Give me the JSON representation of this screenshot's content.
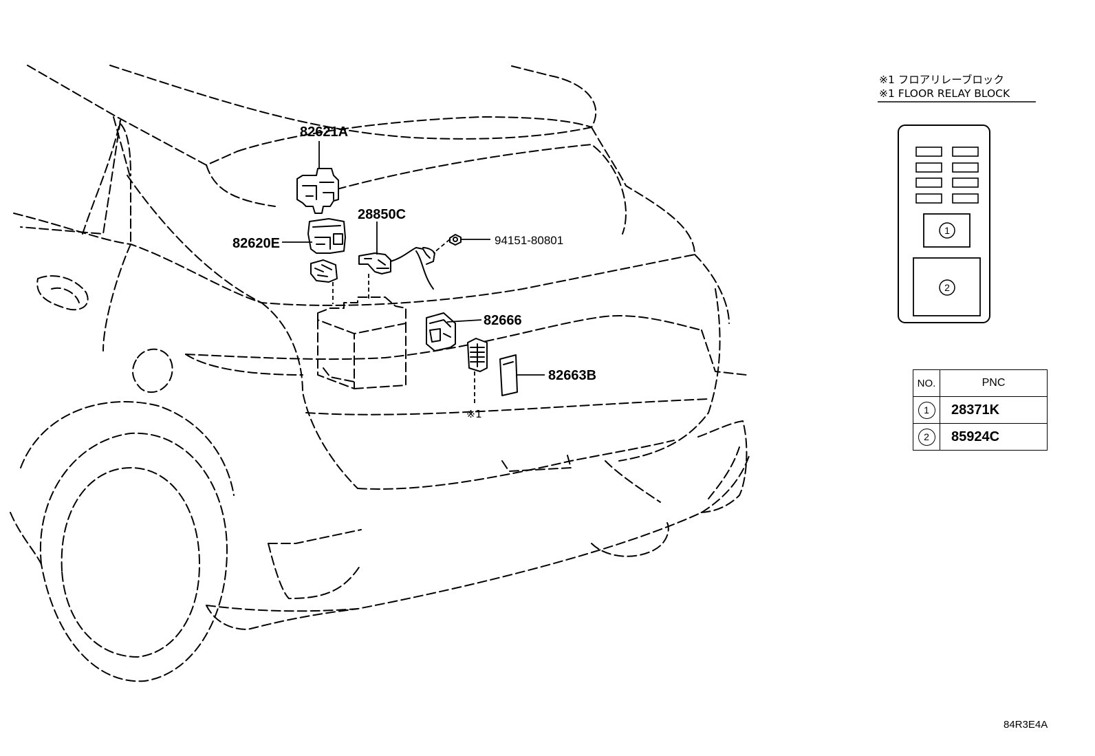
{
  "labels": {
    "p82621A": "82621A",
    "p82620E": "82620E",
    "p28850C": "28850C",
    "p94151": "94151-80801",
    "p82666": "82666",
    "p82663B": "82663B",
    "ref1": "※1"
  },
  "note": {
    "line_jp": "※1 フロアリレーブロック",
    "line_en": "※1 FLOOR RELAY BLOCK"
  },
  "relay_block": {
    "slot1": "1",
    "slot2": "2"
  },
  "pnc_table": {
    "header_no": "NO.",
    "header_pnc": "PNC",
    "rows": [
      {
        "no": "1",
        "pnc": "28371K"
      },
      {
        "no": "2",
        "pnc": "85924C"
      }
    ]
  },
  "diagram_code": "84R3E4A"
}
